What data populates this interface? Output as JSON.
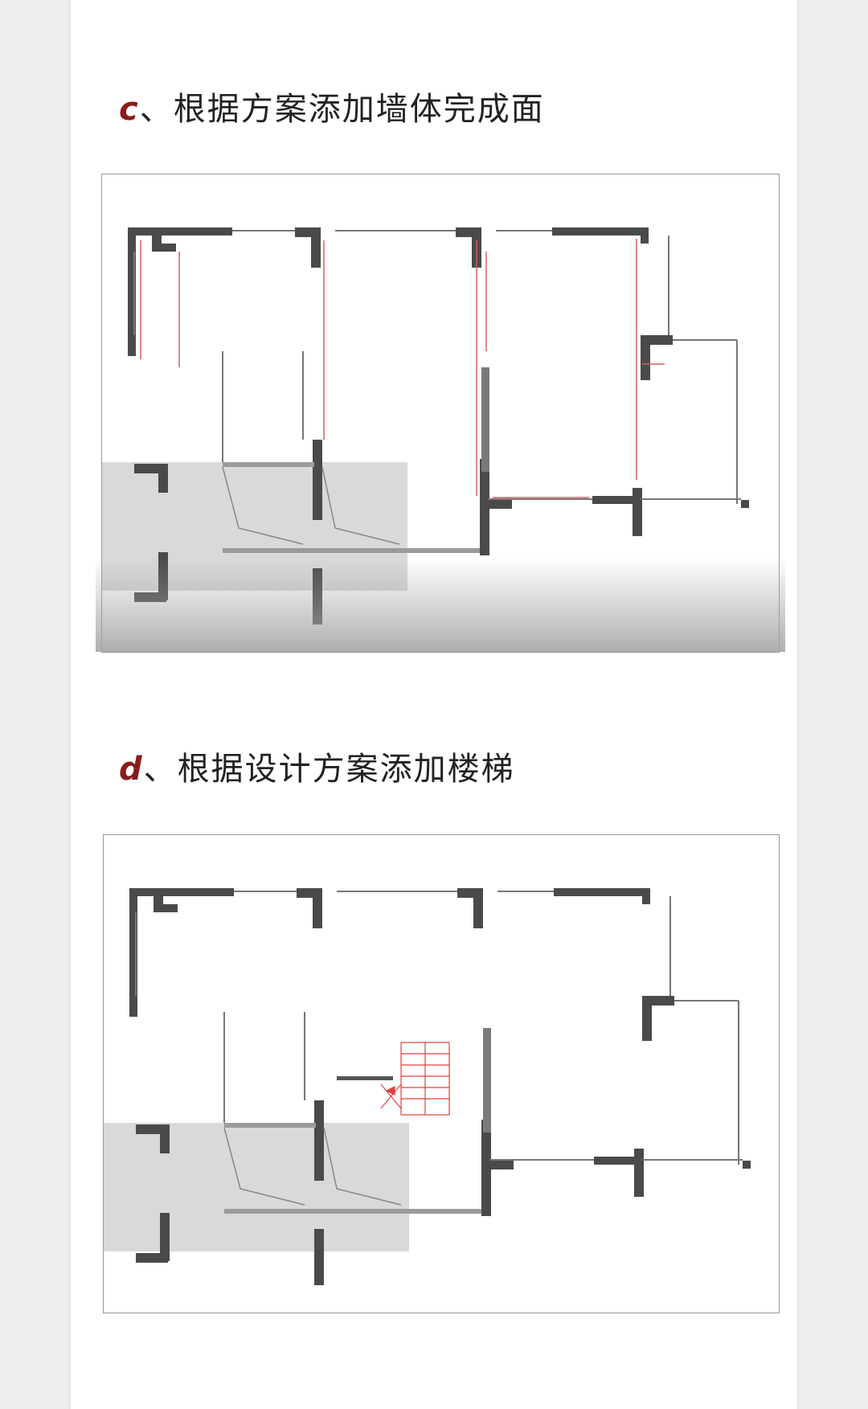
{
  "sections": [
    {
      "letter": "c",
      "separator": "、",
      "text": "根据方案添加墙体完成面"
    },
    {
      "letter": "d",
      "separator": "、",
      "text": "根据设计方案添加楼梯"
    }
  ],
  "colors": {
    "wall": "#4a4a4a",
    "finish_line": "#d46060",
    "stair": "#e04040",
    "balcony_fill": "#d9d9d9",
    "accent_letter": "#8a1c1c"
  }
}
